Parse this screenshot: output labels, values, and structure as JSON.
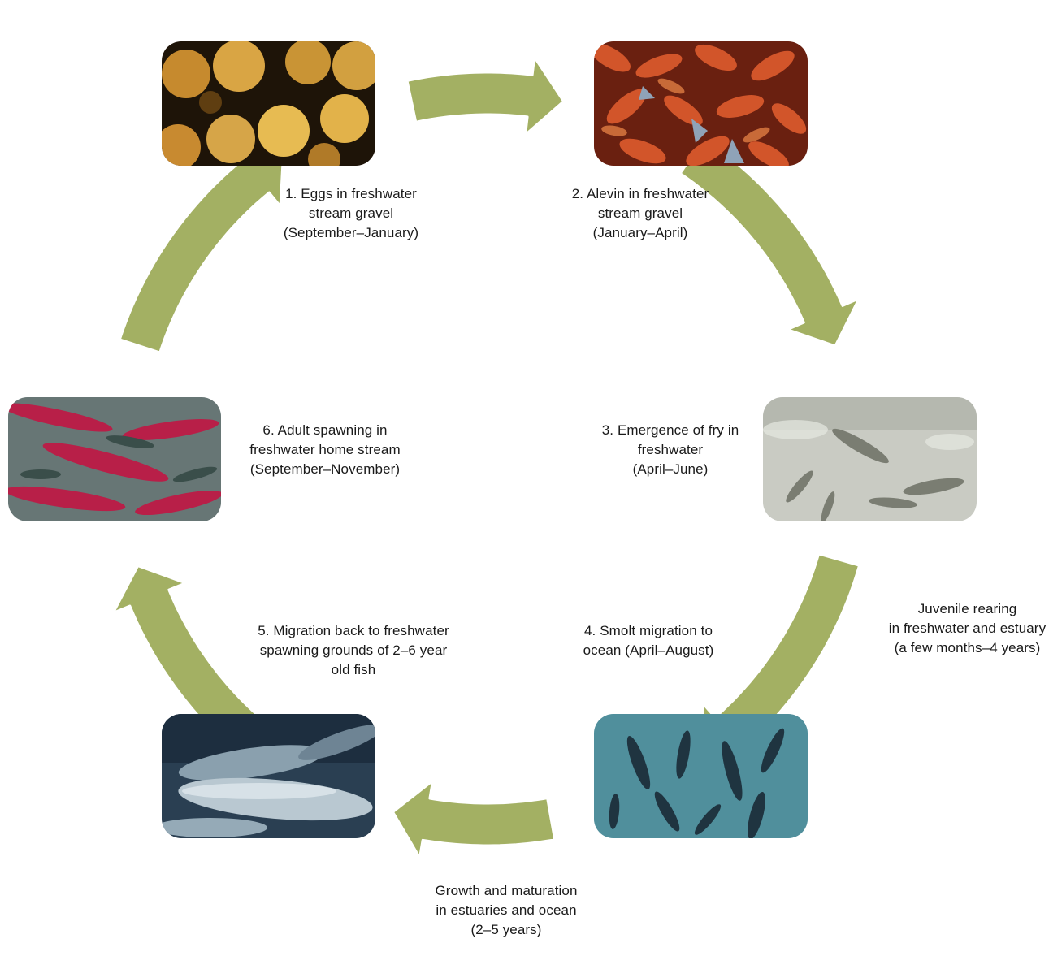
{
  "colors": {
    "arrow": "#a3b063",
    "arrow_outline": "#ffffff",
    "text": "#1a1a1a"
  },
  "stages": [
    {
      "id": "eggs",
      "icon": "salmon-eggs-photo",
      "lines": [
        "1. Eggs in freshwater",
        "stream gravel",
        "(September–January)"
      ]
    },
    {
      "id": "alevin",
      "icon": "alevin-photo",
      "lines": [
        "2. Alevin in freshwater",
        "stream gravel",
        "(January–April)"
      ]
    },
    {
      "id": "fry",
      "icon": "fry-photo",
      "lines": [
        "3. Emergence of fry in",
        "freshwater",
        "(April–June)"
      ]
    },
    {
      "id": "smolt",
      "icon": "smolt-photo",
      "lines": [
        "4. Smolt migration to",
        "ocean (April–August)"
      ]
    },
    {
      "id": "migration",
      "icon": "ocean-salmon-photo",
      "lines": [
        "5. Migration back to freshwater",
        "spawning grounds of 2–6 year",
        "old fish"
      ]
    },
    {
      "id": "spawning",
      "icon": "spawning-salmon-photo",
      "lines": [
        "6. Adult spawning in",
        "freshwater home stream",
        "(September–November)"
      ]
    }
  ],
  "notes": {
    "juvenile": [
      "Juvenile rearing",
      "in freshwater and estuary",
      "(a few months–4 years)"
    ],
    "growth": [
      "Growth and maturation",
      "in estuaries and ocean",
      "(2–5 years)"
    ]
  }
}
